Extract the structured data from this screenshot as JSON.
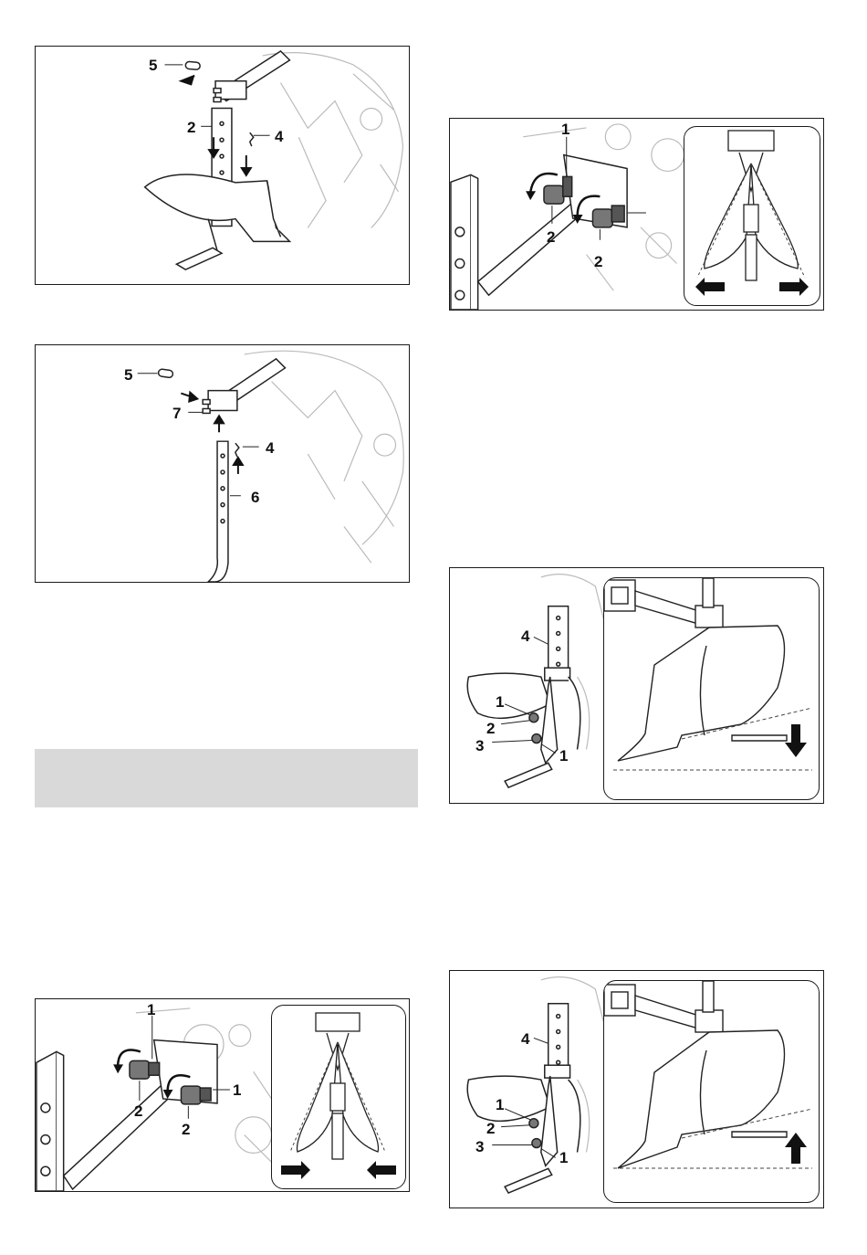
{
  "figures": {
    "fig1": {
      "labels": {
        "a": "5",
        "b": "2",
        "c": "4"
      }
    },
    "fig2": {
      "labels": {
        "a": "5",
        "b": "7",
        "c": "4",
        "d": "6"
      }
    },
    "fig3": {
      "labels": {
        "a": "1",
        "b": "2",
        "c": "2"
      }
    },
    "fig4": {
      "labels": {
        "a": "1",
        "b": "1",
        "c": "2",
        "d": "2"
      }
    },
    "fig5": {
      "labels": {
        "a": "4",
        "b": "1",
        "c": "2",
        "d": "3",
        "e": "1"
      }
    },
    "fig6": {
      "labels": {
        "a": "4",
        "b": "1",
        "c": "2",
        "d": "3",
        "e": "1"
      }
    }
  }
}
